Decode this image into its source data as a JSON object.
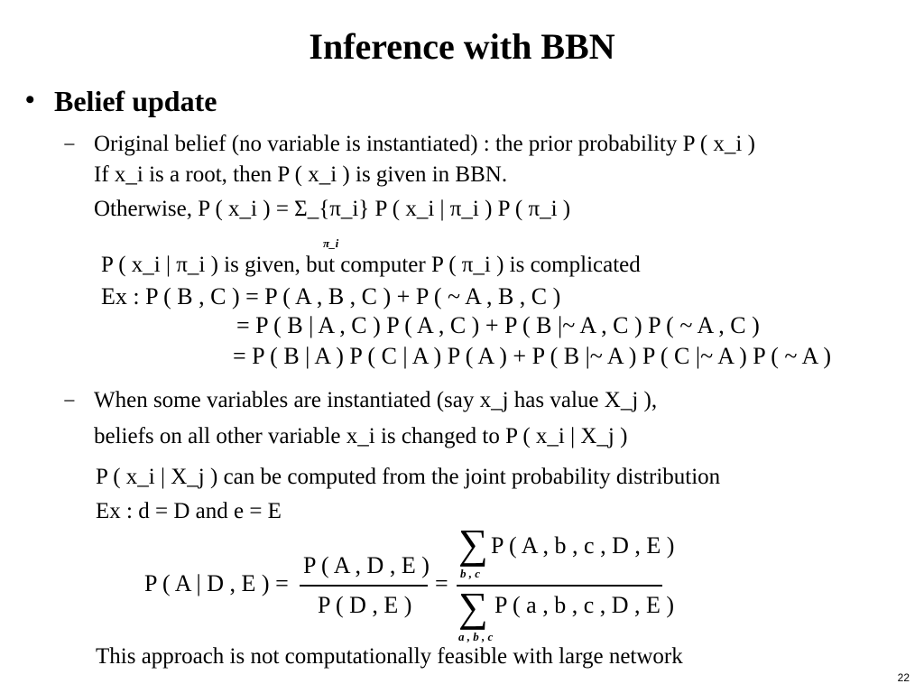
{
  "slide": {
    "title": "Inference with BBN",
    "bullet_symbol": "•",
    "bullet_heading": "Belief update",
    "page_number": "22"
  },
  "sub1": {
    "dash": "−",
    "line1": "Original belief (no variable is instantiated) : the prior probability P ( x_i )",
    "line2": "If  x_i  is a root, then P ( x_i ) is given in BBN.",
    "line3": "Otherwise, P ( x_i ) = Σ_{π_i} P ( x_i | π_i ) P ( π_i )",
    "sum_subscript": "π_i",
    "line4": "P ( x_i | π_i ) is given, but computer P ( π_i ) is complicated",
    "line5": "Ex : P ( B , C ) = P ( A , B , C ) + P ( ~ A , B , C )",
    "line6": "= P ( B | A , C ) P ( A , C ) + P ( B |~ A , C ) P ( ~ A , C )",
    "line7": "= P ( B | A ) P ( C | A ) P ( A ) + P ( B |~ A ) P ( C |~ A ) P ( ~ A )"
  },
  "sub2": {
    "dash": "−",
    "line1": "When some variables are instantiated (say  x_j  has value  X_j ),",
    "line2": "beliefs on all other variable  x_i  is changed to  P ( x_i | X_j )",
    "line3": "P ( x_i | X_j ) can be computed from the joint probability distribution",
    "line4": "Ex : d = D and e = E",
    "frac_lhs": "P ( A | D , E ) =",
    "frac1_num": "P ( A , D , E )",
    "frac1_den": "P ( D , E )",
    "equals": "=",
    "frac2_num": "P ( A , b , c , D , E )",
    "frac2_num_sub": "b , c",
    "frac2_den": "P ( a , b , c , D , E )",
    "frac2_den_sub": "a , b , c",
    "conclusion": "This approach is not computationally feasible with large network"
  }
}
